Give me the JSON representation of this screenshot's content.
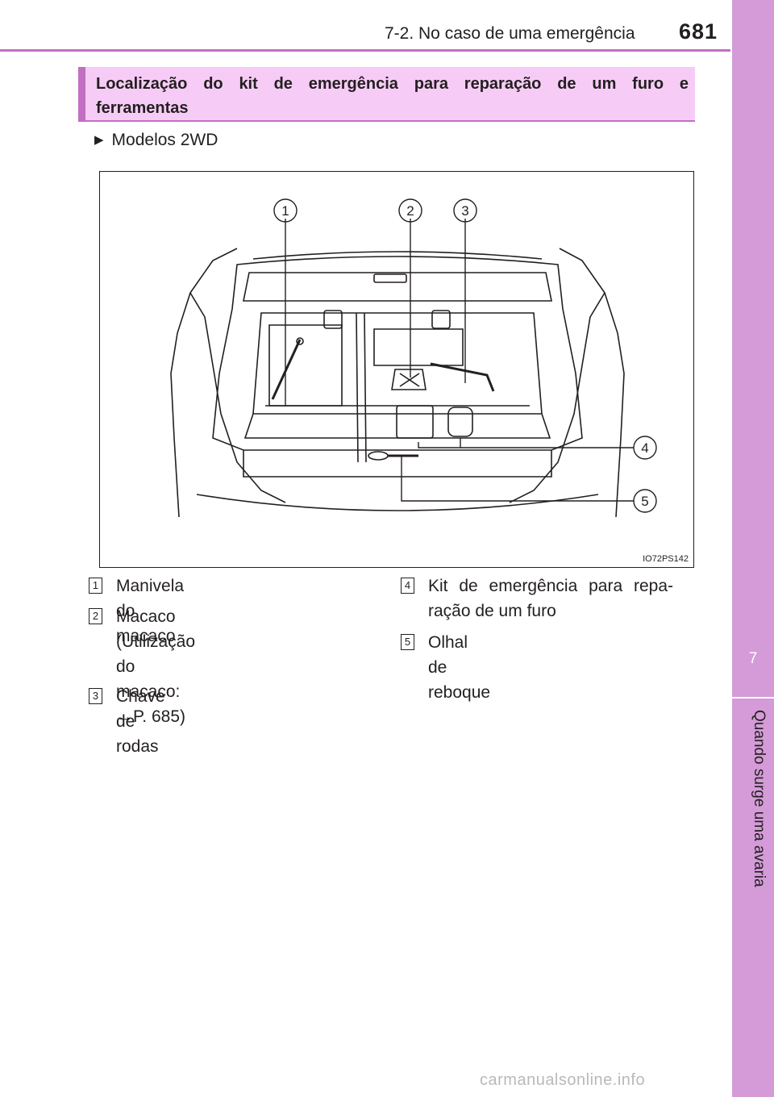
{
  "header": {
    "section": "7-2. No caso de uma emergência",
    "page_number": "681"
  },
  "side_tab": {
    "chapter_number": "7",
    "chapter_title": "Quando surge uma avaria"
  },
  "section_title": "Localização do kit de emergência para reparação de um furo e ferramentas",
  "model_label": "Modelos 2WD",
  "figure": {
    "code": "IO72PS142",
    "callouts": [
      "1",
      "2",
      "3",
      "4",
      "5"
    ]
  },
  "legend": [
    {
      "num": "1",
      "lines": [
        "Manivela do macaco"
      ]
    },
    {
      "num": "2",
      "lines": [
        "Macaco",
        "(Utilização do macaco:",
        "→P. 685)"
      ]
    },
    {
      "num": "3",
      "lines": [
        "Chave de rodas"
      ]
    },
    {
      "num": "4",
      "lines": [
        "Kit de emergência para repa-",
        "ração de um furo"
      ]
    },
    {
      "num": "5",
      "lines": [
        "Olhal de reboque"
      ]
    }
  ],
  "watermark": "carmanualsonline.info"
}
